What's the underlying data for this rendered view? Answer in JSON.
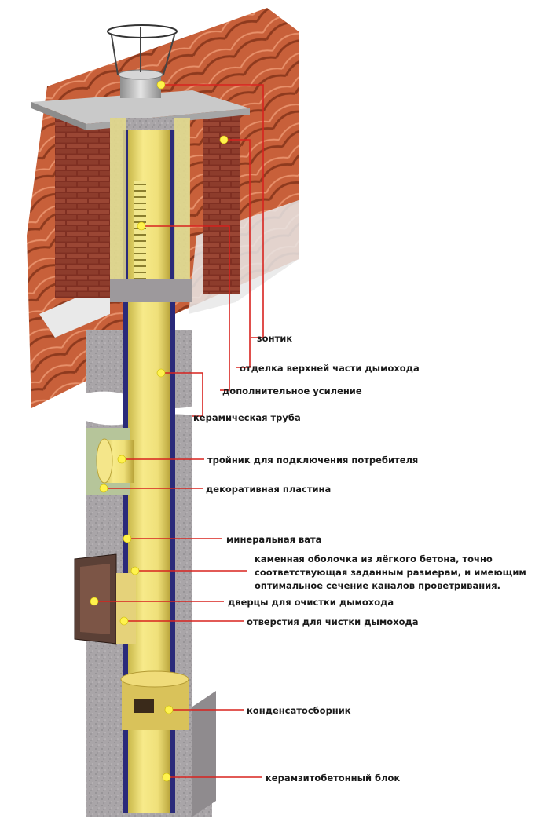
{
  "labels": {
    "umbrella": "зонтик",
    "top_finish": "отделка верхней части дымохода",
    "reinforcement": "дополнительное усиление",
    "ceramic_pipe": "керамическая труба",
    "tee": "тройник для подключения потребителя",
    "deco_plate": "декоративная пластина",
    "mineral_wool": "минеральная вата",
    "shell_line1": "каменная оболочка из лёгкого бетона, точно",
    "shell_line2": "соответствующая заданным размерам, и имеющим",
    "shell_line3": "оптимальное сечение каналов проветривания.",
    "door": "дверцы для очистки дымохода",
    "openings": "отверстия для чистки дымохода",
    "condensate": "конденсатосборник",
    "block": "керамзитобетонный блок"
  },
  "colors": {
    "leader": "#d8231f",
    "roof_tile": "#c8603a",
    "brick": "#8a3a2a",
    "concrete": "#a8a4a6",
    "ceramic_pipe": "#efe07a",
    "mineral_wool": "#2a2a7a",
    "metal": "#b8b8b8"
  }
}
